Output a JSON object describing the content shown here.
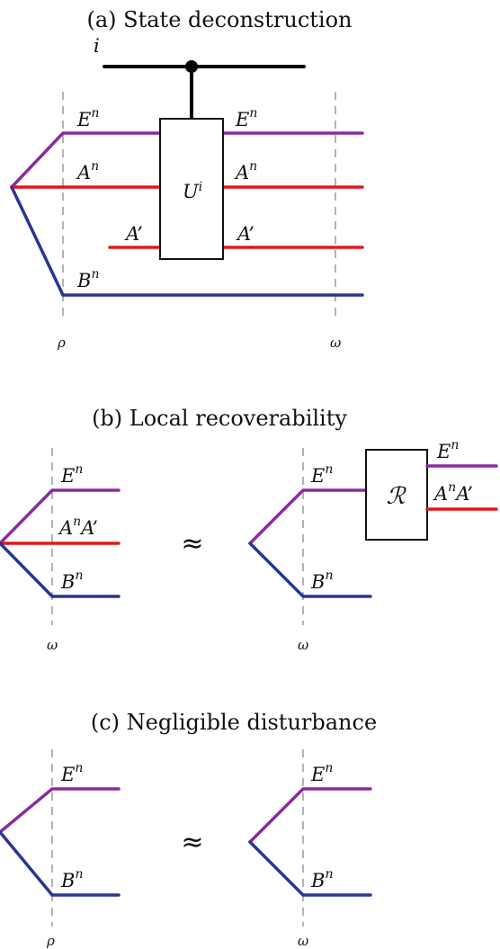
{
  "panels": {
    "a": {
      "title": "(a) State deconstruction"
    },
    "b": {
      "title": "(b) Local recoverability"
    },
    "c": {
      "title": "(c) Negligible disturbance"
    }
  },
  "labels": {
    "control": "i",
    "E": "E",
    "A": "A",
    "B": "B",
    "n": "n",
    "Aprime": "A’",
    "U": "U",
    "U_sup": "i",
    "recovery": "ℛ",
    "rho": "ρ",
    "omega": "ω",
    "approx": "≈"
  },
  "colors": {
    "E_wire": "#8a2b9e",
    "A_wire": "#e3161b",
    "B_wire": "#2a3592",
    "control_wire": "#000000"
  }
}
